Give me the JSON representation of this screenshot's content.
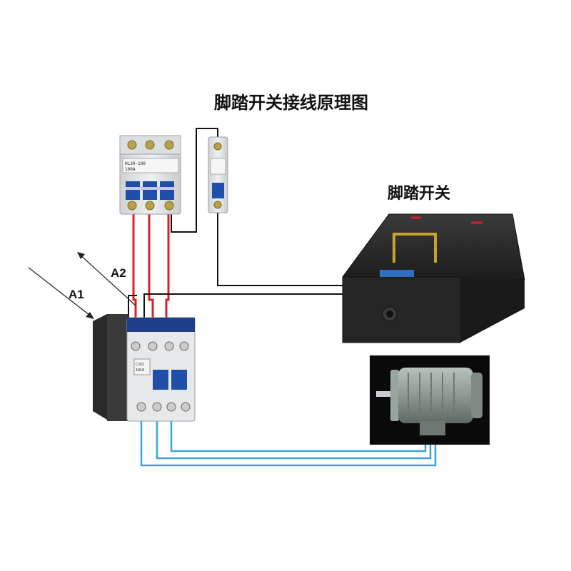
{
  "diagram": {
    "title": "脚踏开关接线原理图",
    "footswitch_label": "脚踏开关",
    "coil_labels": {
      "a1": "A1",
      "a2": "A2"
    },
    "breaker_3p": {
      "model_text": "HL30-100",
      "rating_text": "100A"
    },
    "contactor": {
      "model_text": "CJX2",
      "rating_text": "1810"
    },
    "colors": {
      "phase_wire": "#d8202a",
      "control_wire": "#111111",
      "motor_wire": "#3aa6d8",
      "device_body": "#e4e6e8",
      "actuator_blue": "#1f4fa8",
      "footswitch_body": "#262626",
      "motor_panel": "#0a0a0a"
    },
    "icons": [
      "three-pole-breaker-icon",
      "single-pole-breaker-icon",
      "contactor-icon",
      "foot-switch-icon",
      "motor-icon"
    ]
  }
}
